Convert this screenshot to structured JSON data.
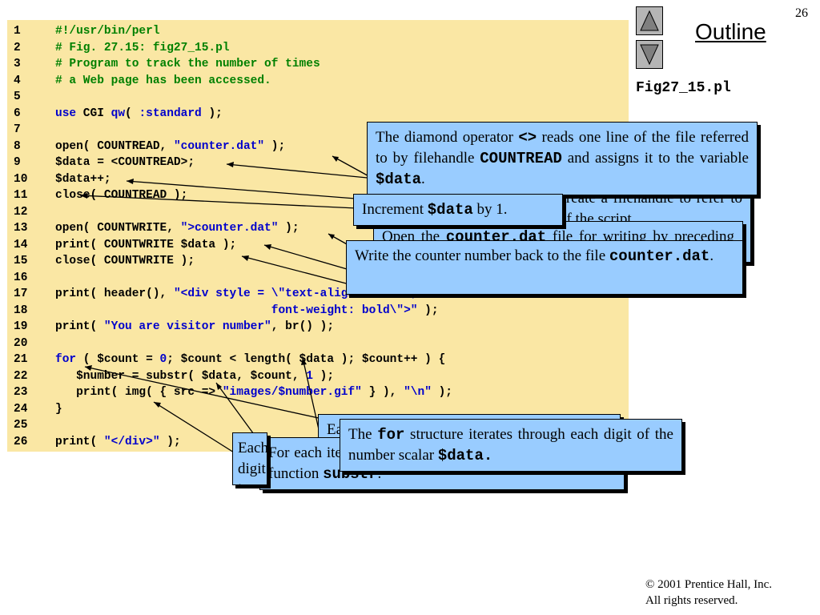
{
  "slide_number": "26",
  "outline": {
    "title": "Outline",
    "figure_label": "Fig27_15.pl"
  },
  "navigation": {
    "up_label": "Previous slide",
    "down_label": "Next slide"
  },
  "code_lines": [
    {
      "n": "1",
      "parts": [
        {
          "t": "#!/usr/bin/perl",
          "c": "com"
        }
      ]
    },
    {
      "n": "2",
      "parts": [
        {
          "t": "# Fig. 27.15: fig27_15.pl",
          "c": "com"
        }
      ]
    },
    {
      "n": "3",
      "parts": [
        {
          "t": "# Program to track the number of times",
          "c": "com"
        }
      ]
    },
    {
      "n": "4",
      "parts": [
        {
          "t": "# a Web page has been accessed.",
          "c": "com"
        }
      ]
    },
    {
      "n": "5",
      "parts": []
    },
    {
      "n": "6",
      "parts": [
        {
          "t": "use",
          "c": "kw"
        },
        {
          "t": " CGI ",
          "c": ""
        },
        {
          "t": "qw",
          "c": "kw"
        },
        {
          "t": "( ",
          "c": ""
        },
        {
          "t": ":standard",
          "c": "kw"
        },
        {
          "t": " );",
          "c": ""
        }
      ]
    },
    {
      "n": "7",
      "parts": []
    },
    {
      "n": "8",
      "parts": [
        {
          "t": "open( COUNTREAD, ",
          "c": ""
        },
        {
          "t": "\"counter.dat\"",
          "c": "str"
        },
        {
          "t": " );",
          "c": ""
        }
      ]
    },
    {
      "n": "9",
      "parts": [
        {
          "t": "$data = <COUNTREAD>;",
          "c": ""
        }
      ]
    },
    {
      "n": "10",
      "parts": [
        {
          "t": "$data++;",
          "c": ""
        }
      ]
    },
    {
      "n": "11",
      "parts": [
        {
          "t": "close( COUNTREAD );",
          "c": ""
        }
      ]
    },
    {
      "n": "12",
      "parts": []
    },
    {
      "n": "13",
      "parts": [
        {
          "t": "open( COUNTWRITE, ",
          "c": ""
        },
        {
          "t": "\">counter.dat\"",
          "c": "str"
        },
        {
          "t": " );",
          "c": ""
        }
      ]
    },
    {
      "n": "14",
      "parts": [
        {
          "t": "print( COUNTWRITE $data );",
          "c": ""
        }
      ]
    },
    {
      "n": "15",
      "parts": [
        {
          "t": "close( COUNTWRITE );",
          "c": ""
        }
      ]
    },
    {
      "n": "16",
      "parts": []
    },
    {
      "n": "17",
      "parts": [
        {
          "t": "print( header(), ",
          "c": ""
        },
        {
          "t": "\"<div style = \\\"text-align: center;",
          "c": "str"
        }
      ]
    },
    {
      "n": "18",
      "parts": [
        {
          "t": "                               ",
          "c": ""
        },
        {
          "t": "font-weight: bold\\\">\"",
          "c": "str"
        },
        {
          "t": " );",
          "c": ""
        }
      ]
    },
    {
      "n": "19",
      "parts": [
        {
          "t": "print( ",
          "c": ""
        },
        {
          "t": "\"You are visitor number\"",
          "c": "str"
        },
        {
          "t": ", br() );",
          "c": ""
        }
      ]
    },
    {
      "n": "20",
      "parts": []
    },
    {
      "n": "21",
      "parts": [
        {
          "t": "for",
          "c": "kw"
        },
        {
          "t": " ( $count = ",
          "c": ""
        },
        {
          "t": "0",
          "c": "str"
        },
        {
          "t": "; $count < length( $data ); $count++ ) {",
          "c": ""
        }
      ]
    },
    {
      "n": "22",
      "parts": [
        {
          "t": "   $number = substr( $data, $count, ",
          "c": ""
        },
        {
          "t": "1",
          "c": "str"
        },
        {
          "t": " );",
          "c": ""
        }
      ]
    },
    {
      "n": "23",
      "parts": [
        {
          "t": "   print( img( { src => ",
          "c": ""
        },
        {
          "t": "\"images/$number.gif\"",
          "c": "str"
        },
        {
          "t": " } ), ",
          "c": ""
        },
        {
          "t": "\"\\n\"",
          "c": "str"
        },
        {
          "t": " );",
          "c": ""
        }
      ]
    },
    {
      "n": "24",
      "parts": [
        {
          "t": "}",
          "c": ""
        }
      ]
    },
    {
      "n": "25",
      "parts": []
    },
    {
      "n": "26",
      "parts": [
        {
          "t": "print( ",
          "c": ""
        },
        {
          "t": "\"</div>\"",
          "c": "str"
        },
        {
          "t": " );",
          "c": ""
        }
      ]
    }
  ],
  "callouts": [
    {
      "id": "callout-function-called",
      "segs": [
        {
          "t": "Function "
        },
        {
          "t": "open",
          "m": true
        },
        {
          "t": " is called to create a filehandle to refer to the file during the execution of the script."
        }
      ]
    },
    {
      "id": "callout-open-for-writing",
      "segs": [
        {
          "t": "Open the "
        },
        {
          "t": "counter.dat",
          "m": true
        },
        {
          "t": " file for writing by preceding the file name with a > character."
        }
      ]
    },
    {
      "id": "callout-diamond-operator",
      "segs": [
        {
          "t": "The diamond operator "
        },
        {
          "t": "<>",
          "m": true
        },
        {
          "t": " reads one line of the file referred to by filehandle "
        },
        {
          "t": "COUNTREAD",
          "m": true
        },
        {
          "t": " and assigns it to the variable "
        },
        {
          "t": "$data",
          "m": true
        },
        {
          "t": "."
        }
      ]
    },
    {
      "id": "callout-increment",
      "segs": [
        {
          "t": "Increment "
        },
        {
          "t": "$data",
          "m": true
        },
        {
          "t": " by 1."
        }
      ]
    },
    {
      "id": "callout-write-counter",
      "segs": [
        {
          "t": "Write the counter number back to the file "
        },
        {
          "t": "counter.dat",
          "m": true
        },
        {
          "t": "."
        }
      ]
    },
    {
      "id": "callout-each-digit",
      "segs": [
        {
          "t": "Each digit of the counter is displayed as an image."
        }
      ]
    },
    {
      "id": "callout-for-each-iteration",
      "segs": [
        {
          "t": "For each iteration, we obtain the current digit by calling function "
        },
        {
          "t": "substr",
          "m": true
        },
        {
          "t": "."
        }
      ]
    },
    {
      "id": "callout-image-tag",
      "segs": [
        {
          "t": "Each digit is printed as an image."
        }
      ]
    },
    {
      "id": "callout-for-structure",
      "segs": [
        {
          "t": "The "
        },
        {
          "t": "for",
          "m": true
        },
        {
          "t": " structure iterates through each digit of the number scalar "
        },
        {
          "t": "$data.",
          "m": true
        }
      ]
    }
  ],
  "copyright": {
    "line1": "© 2001 Prentice Hall, Inc.",
    "line2": "All rights reserved."
  }
}
